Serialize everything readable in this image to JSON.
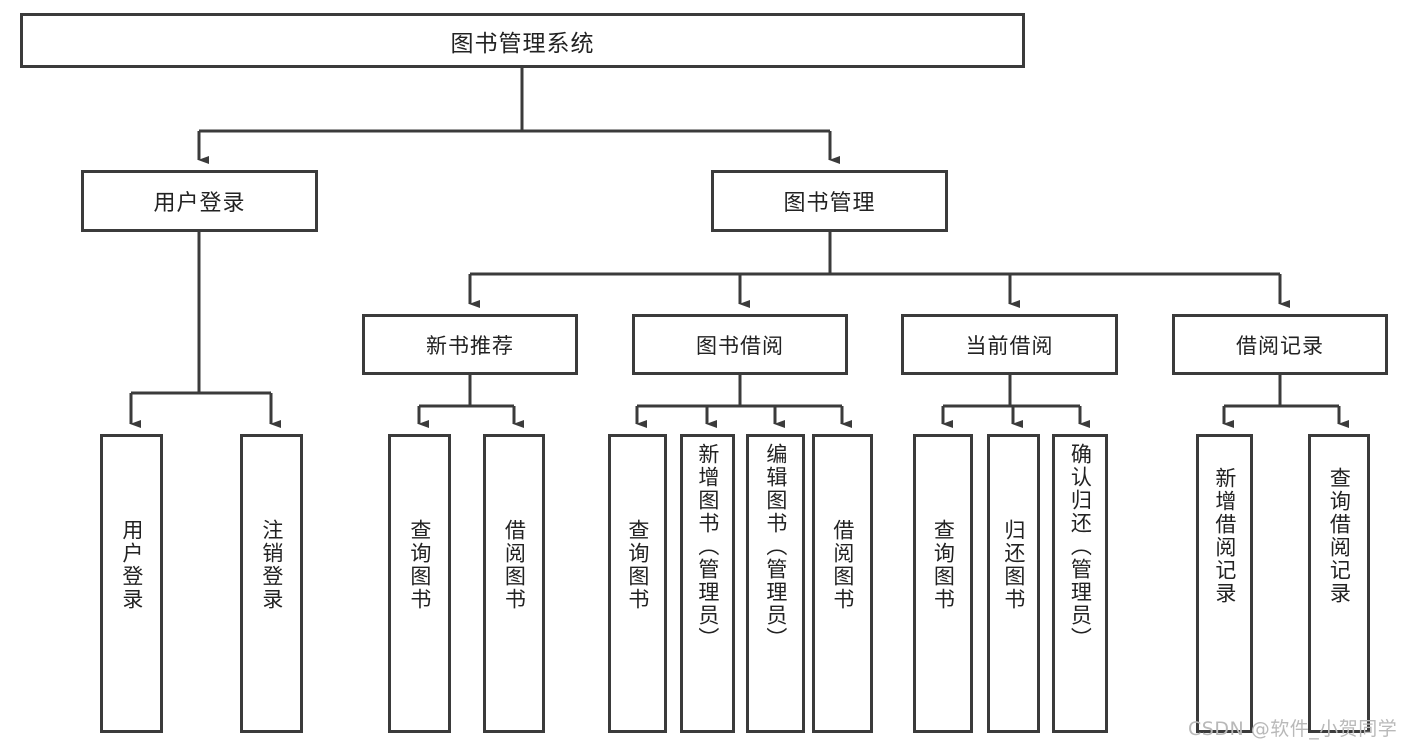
{
  "diagram": {
    "title": "图书管理系统",
    "type": "hierarchy-tree",
    "style": {
      "background": "#ffffff",
      "border_color": "#3b3b3b",
      "text_color": "#222222",
      "watermark_color": "#b9b9b9"
    },
    "root": {
      "label": "图书管理系统"
    },
    "level2": [
      {
        "label": "用户登录"
      },
      {
        "label": "图书管理"
      }
    ],
    "level3": [
      {
        "label": "新书推荐"
      },
      {
        "label": "图书借阅"
      },
      {
        "label": "当前借阅"
      },
      {
        "label": "借阅记录"
      }
    ],
    "leaves": {
      "user_login": [
        {
          "label": "用户登录"
        },
        {
          "label": "注销登录"
        }
      ],
      "new_book_recommend": [
        {
          "label": "查询图书"
        },
        {
          "label": "借阅图书"
        }
      ],
      "book_borrow": [
        {
          "label": "查询图书"
        },
        {
          "label": "新增图书（管理员）"
        },
        {
          "label": "编辑图书（管理员）"
        },
        {
          "label": "借阅图书"
        }
      ],
      "current_borrow": [
        {
          "label": "查询图书"
        },
        {
          "label": "归还图书"
        },
        {
          "label": "确认归还（管理员）"
        }
      ],
      "borrow_record": [
        {
          "label": "新增借阅记录"
        },
        {
          "label": "查询借阅记录"
        }
      ]
    }
  },
  "watermark": {
    "text": "CSDN @软件_小贺同学"
  }
}
